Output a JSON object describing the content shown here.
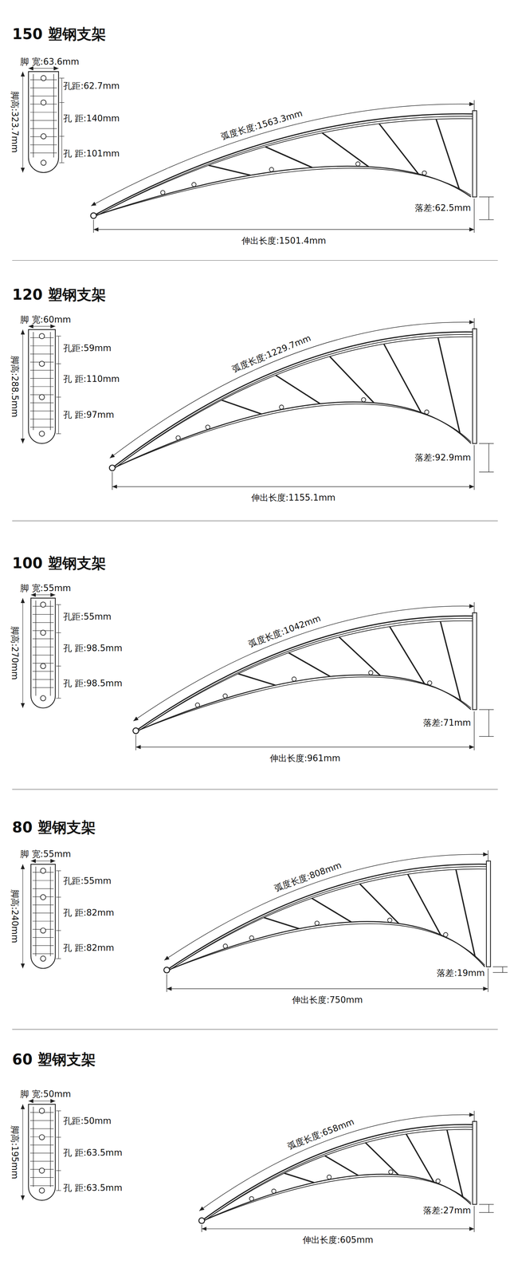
{
  "diagram": {
    "labels": [
      "150 塑钢支架",
      "脚 宽:63.6mm",
      "孔距:62.7mm",
      "孔 距:140mm",
      "孔 距:101mm",
      "脚高:323.7mm",
      "弧度长度:1563.3mm",
      "落差:62.5mm",
      "伸出长度:1501.4mm",
      "120 塑钢支架",
      "脚 宽:60mm",
      "孔距:59mm",
      "孔 距:110mm",
      "孔 距:97mm",
      "脚高:288.5mm",
      "弧度长度:1229.7mm",
      "落差:92.9mm",
      "伸出长度:1155.1mm",
      "100 塑钢支架",
      "脚 宽:55mm",
      "孔距:55mm",
      "孔 距:98.5mm",
      "孔 距:98.5mm",
      "脚高:270mm",
      "弧度长度:1042mm",
      "落差:71mm",
      "伸出长度:961mm",
      "80 塑钢支架",
      "脚 宽:55mm",
      "孔距:55mm",
      "孔 距:82mm",
      "孔 距:82mm",
      "脚高:240mm",
      "弧度长度:808mm",
      "落差:19mm",
      "伸出长度:750mm",
      "60 塑钢支架",
      "脚 宽:50mm",
      "孔距:50mm",
      "孔 距:63.5mm",
      "孔 距:63.5mm",
      "脚高:195mm",
      "弧度长度:658mm",
      "落差:27mm",
      "伸出长度:605mm"
    ]
  }
}
